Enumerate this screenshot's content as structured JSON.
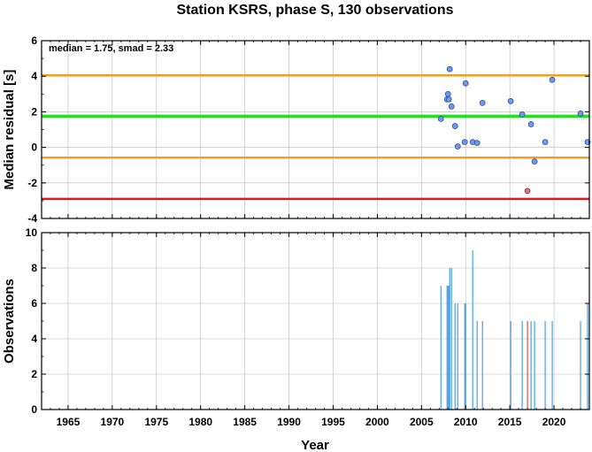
{
  "chart_data": {
    "title": "Station KSRS, phase S, 130 observations",
    "xlabel": "Year",
    "xlim": [
      1962,
      2024
    ],
    "x_ticks": [
      1965,
      1970,
      1975,
      1980,
      1985,
      1990,
      1995,
      2000,
      2005,
      2010,
      2015,
      2020
    ],
    "panels": [
      {
        "type": "scatter",
        "ylabel": "Median residual [s]",
        "ylim": [
          -4,
          6
        ],
        "y_ticks": [
          -4,
          -2,
          0,
          2,
          4,
          6
        ],
        "grid": true,
        "annotation": "median = 1.75, smad = 2.33",
        "reference_lines": [
          {
            "y": 4.05,
            "color": "#f0a020"
          },
          {
            "y": 1.75,
            "color": "#22e022"
          },
          {
            "y": -0.58,
            "color": "#f0a020"
          },
          {
            "y": -2.9,
            "color": "#e01818"
          }
        ],
        "points": [
          {
            "x": 2007.2,
            "y": 1.6,
            "color": "#6a9bef"
          },
          {
            "x": 2007.9,
            "y": 2.7,
            "color": "#6a9bef"
          },
          {
            "x": 2008.0,
            "y": 3.0,
            "color": "#6a9bef"
          },
          {
            "x": 2008.1,
            "y": 2.7,
            "color": "#6a9bef"
          },
          {
            "x": 2008.2,
            "y": 4.4,
            "color": "#6a9bef"
          },
          {
            "x": 2008.4,
            "y": 2.3,
            "color": "#6a9bef"
          },
          {
            "x": 2008.8,
            "y": 1.2,
            "color": "#6a9bef"
          },
          {
            "x": 2009.1,
            "y": 0.05,
            "color": "#6a9bef"
          },
          {
            "x": 2009.9,
            "y": 0.3,
            "color": "#6a9bef"
          },
          {
            "x": 2010.0,
            "y": 3.6,
            "color": "#6a9bef"
          },
          {
            "x": 2010.8,
            "y": 0.3,
            "color": "#6a9bef"
          },
          {
            "x": 2011.3,
            "y": 0.25,
            "color": "#6a9bef"
          },
          {
            "x": 2011.9,
            "y": 2.5,
            "color": "#6a9bef"
          },
          {
            "x": 2015.1,
            "y": 2.6,
            "color": "#6a9bef"
          },
          {
            "x": 2016.4,
            "y": 1.85,
            "color": "#6a9bef"
          },
          {
            "x": 2017.0,
            "y": -2.45,
            "color": "#f26e5a"
          },
          {
            "x": 2017.4,
            "y": 1.3,
            "color": "#6a9bef"
          },
          {
            "x": 2017.8,
            "y": -0.8,
            "color": "#6a9bef"
          },
          {
            "x": 2019.0,
            "y": 0.3,
            "color": "#6a9bef"
          },
          {
            "x": 2019.8,
            "y": 3.8,
            "color": "#6a9bef"
          },
          {
            "x": 2023.0,
            "y": 1.9,
            "color": "#6a9bef"
          },
          {
            "x": 2023.8,
            "y": 0.3,
            "color": "#6a9bef"
          }
        ]
      },
      {
        "type": "bar",
        "ylabel": "Observations",
        "ylim": [
          0,
          10
        ],
        "y_ticks": [
          0,
          2,
          4,
          6,
          8,
          10
        ],
        "grid": true,
        "bars": [
          {
            "x": 2007.2,
            "y": 7,
            "color": "#4a9ee8"
          },
          {
            "x": 2007.9,
            "y": 7,
            "color": "#4a9ee8"
          },
          {
            "x": 2008.0,
            "y": 7,
            "color": "#4a9ee8"
          },
          {
            "x": 2008.1,
            "y": 7,
            "color": "#4a9ee8"
          },
          {
            "x": 2008.2,
            "y": 8,
            "color": "#4a9ee8"
          },
          {
            "x": 2008.4,
            "y": 8,
            "color": "#4a9ee8"
          },
          {
            "x": 2008.8,
            "y": 6,
            "color": "#4a9ee8"
          },
          {
            "x": 2009.1,
            "y": 6,
            "color": "#4a9ee8"
          },
          {
            "x": 2009.9,
            "y": 6,
            "color": "#4a9ee8"
          },
          {
            "x": 2010.0,
            "y": 6,
            "color": "#4a9ee8"
          },
          {
            "x": 2010.8,
            "y": 9,
            "color": "#4a9ee8"
          },
          {
            "x": 2011.3,
            "y": 5,
            "color": "#4a9ee8"
          },
          {
            "x": 2011.9,
            "y": 5,
            "color": "#4a9ee8"
          },
          {
            "x": 2015.1,
            "y": 5,
            "color": "#4a9ee8"
          },
          {
            "x": 2016.4,
            "y": 5,
            "color": "#4a9ee8"
          },
          {
            "x": 2017.0,
            "y": 5,
            "color": "#e05038"
          },
          {
            "x": 2017.4,
            "y": 5,
            "color": "#4a9ee8"
          },
          {
            "x": 2017.8,
            "y": 5,
            "color": "#4a9ee8"
          },
          {
            "x": 2019.0,
            "y": 5,
            "color": "#4a9ee8"
          },
          {
            "x": 2019.8,
            "y": 5,
            "color": "#4a9ee8"
          },
          {
            "x": 2023.0,
            "y": 5,
            "color": "#4a9ee8"
          },
          {
            "x": 2023.8,
            "y": 6,
            "color": "#4a9ee8"
          }
        ]
      }
    ]
  }
}
